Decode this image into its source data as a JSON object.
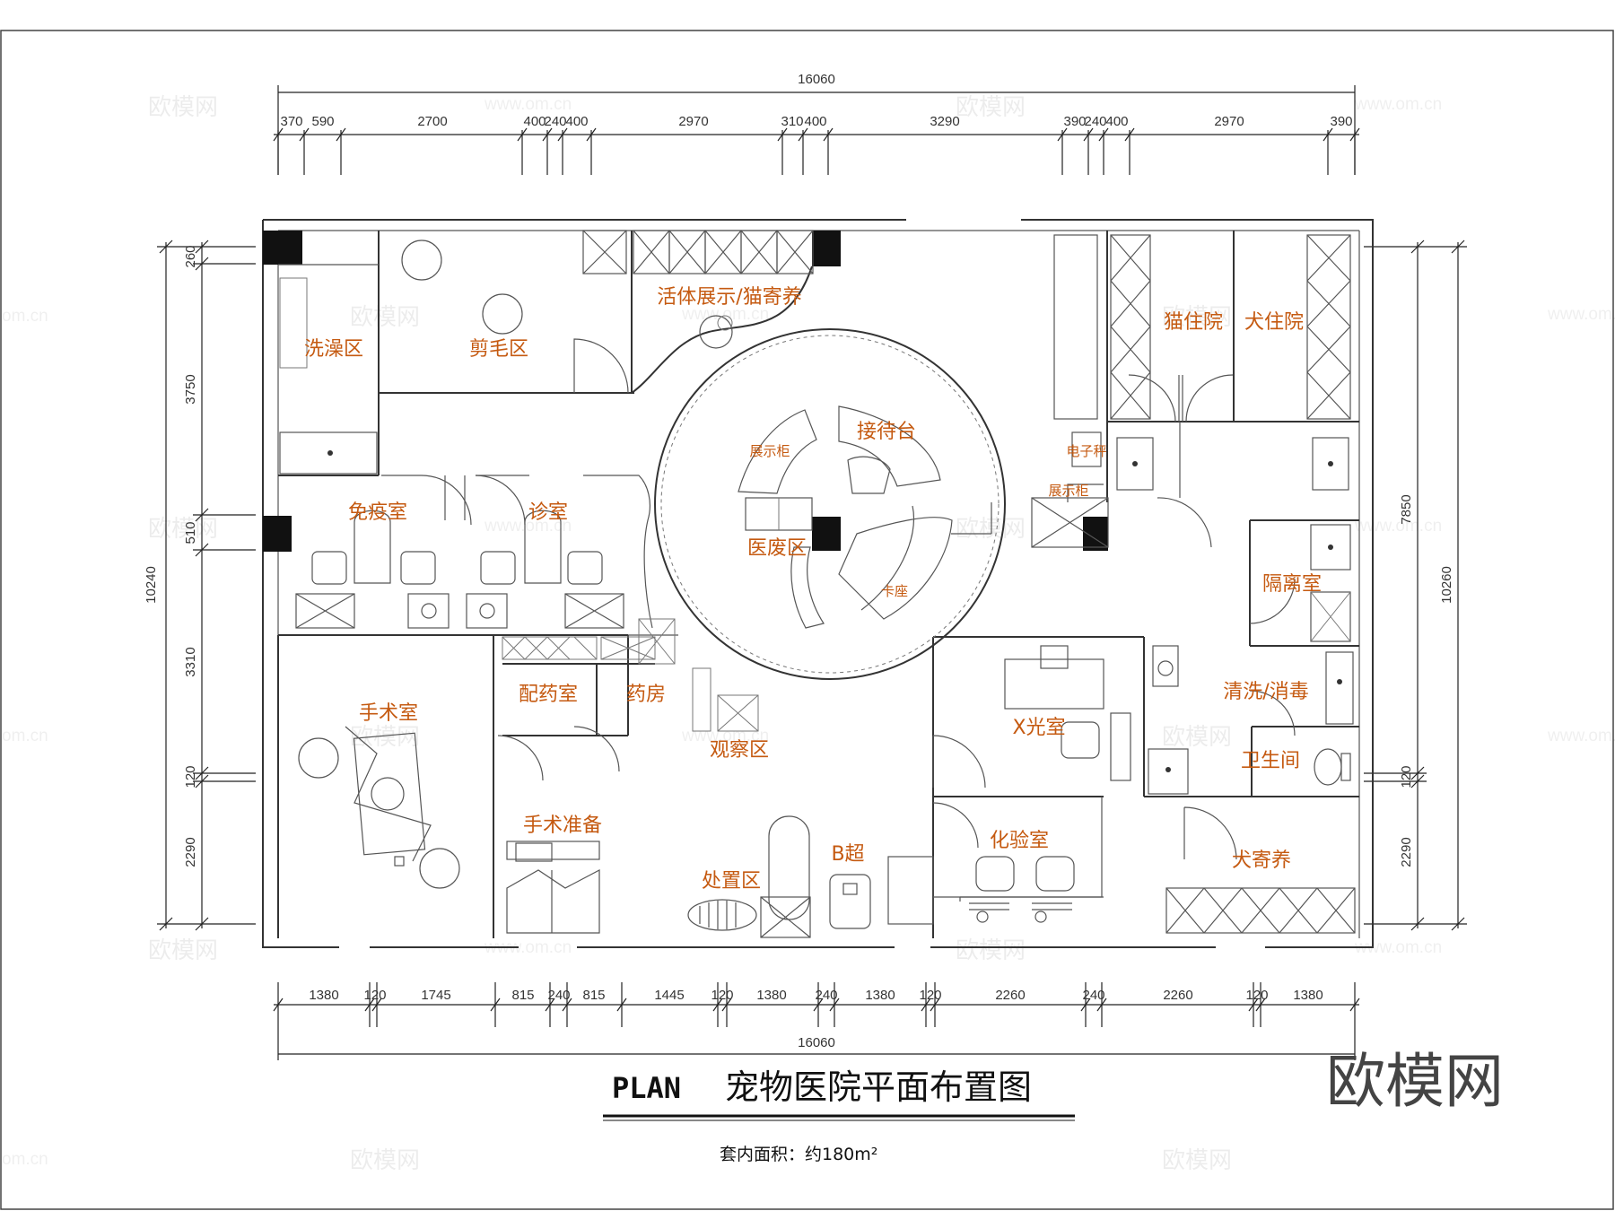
{
  "title": {
    "plan_label": "PLAN",
    "name": "宠物医院平面布置图",
    "area_text": "套内面积：约180m²"
  },
  "logo": "欧模网",
  "watermark": {
    "brand": "欧模网",
    "url": "www.om.cn",
    "url_short": "om.cn"
  },
  "dims": {
    "top_total": "16060",
    "top": [
      "370",
      "590",
      "2700",
      "400",
      "240",
      "400",
      "2970",
      "310",
      "400",
      "3290",
      "390",
      "240",
      "400",
      "2970",
      "390"
    ],
    "bottom": [
      "1380",
      "120",
      "1745",
      "815",
      "240",
      "815",
      "1445",
      "120",
      "1380",
      "240",
      "1380",
      "120",
      "2260",
      "240",
      "2260",
      "120",
      "1380"
    ],
    "bottom_total": "16060",
    "left": [
      "260",
      "3750",
      "510",
      "3310",
      "120",
      "2290"
    ],
    "left_total": "10240",
    "right": [
      "7850",
      "120",
      "2290"
    ],
    "right_total": "10260"
  },
  "rooms": {
    "wash": "洗澡区",
    "groom": "剪毛区",
    "display_cat": "活体展示/猫寄养",
    "cat_ward": "猫住院",
    "dog_ward": "犬住院",
    "reception": "接待台",
    "display_cab1": "展示柜",
    "scale": "电子秤",
    "display_cab2": "展示柜",
    "vaccine": "免疫室",
    "consult": "诊室",
    "waste": "医废区",
    "booth": "卡座",
    "isolation": "隔离室",
    "dispensing": "配药室",
    "pharmacy": "药房",
    "surgery": "手术室",
    "observation": "观察区",
    "xray": "X光室",
    "clean": "清洗/消毒",
    "toilet": "卫生间",
    "surgery_prep": "手术准备",
    "treatment": "处置区",
    "bultra": "B超",
    "lab": "化验室",
    "dog_board": "犬寄养"
  }
}
